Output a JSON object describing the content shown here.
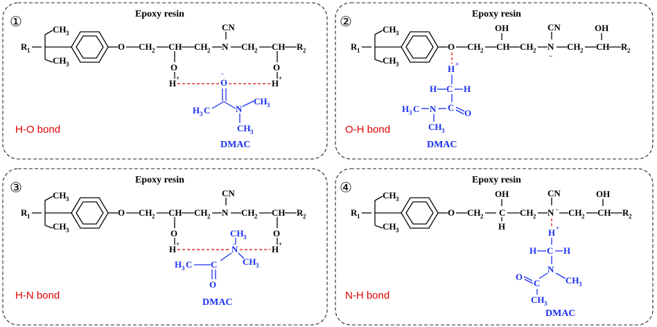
{
  "panels": [
    {
      "number": "①",
      "title": "Epoxy resin",
      "bond_label": "H-O bond",
      "dmac_label": "DMAC"
    },
    {
      "number": "②",
      "title": "Epoxy resin",
      "bond_label": "O-H bond",
      "dmac_label": "DMAC"
    },
    {
      "number": "③",
      "title": "Epoxy resin",
      "bond_label": "H-N bond",
      "dmac_label": "DMAC"
    },
    {
      "number": "④",
      "title": "Epoxy resin",
      "bond_label": "N-H bond",
      "dmac_label": "DMAC"
    }
  ],
  "colors": {
    "molecule": "#000000",
    "dmac": "#1a2ef0",
    "bond": "#e00000"
  }
}
